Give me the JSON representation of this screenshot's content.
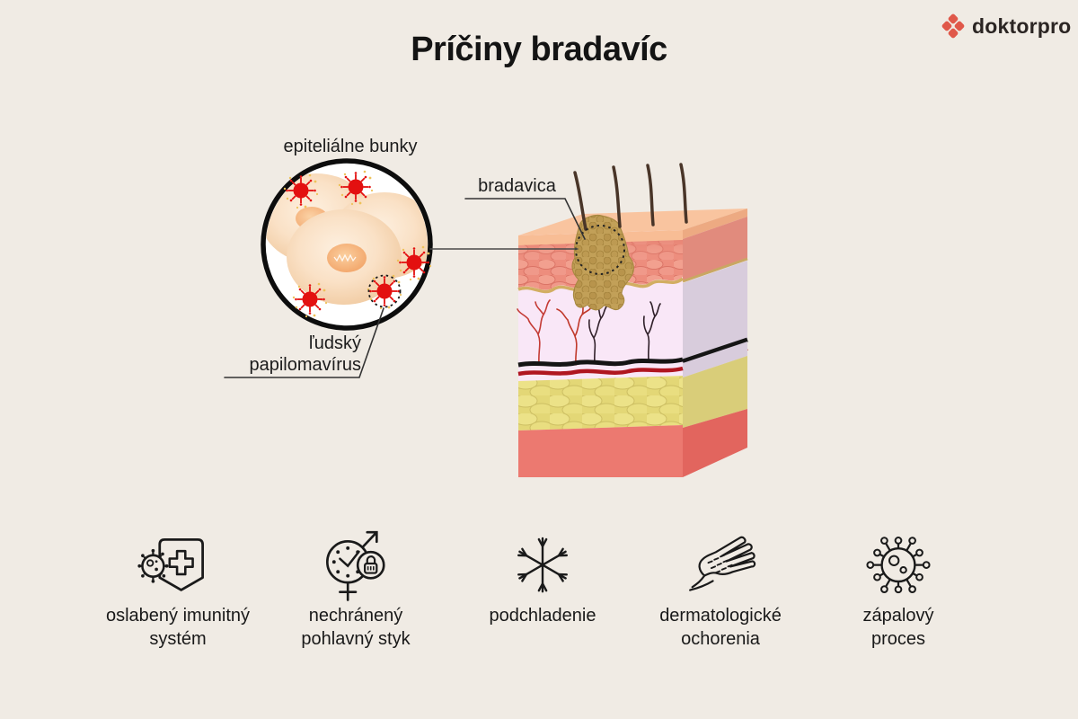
{
  "page": {
    "title": "Príčiny bradavíc",
    "background": "#f0ebe4"
  },
  "logo": {
    "name": "doktorpro",
    "accent_color": "#e0584a",
    "text_color": "#2b2523"
  },
  "diagram": {
    "cells_label": "epiteliálne bunky",
    "wart_label": "bradavica",
    "hpv_label_line1": "ľudský",
    "hpv_label_line2": "papilomavírus"
  },
  "causes": [
    {
      "icon": "shield-cross-virus-icon",
      "line1": "oslabený imunitný",
      "line2": "systém"
    },
    {
      "icon": "clock-gender-padlock-icon",
      "line1": "nechránený",
      "line2": "pohlavný styk"
    },
    {
      "icon": "snowflake-icon",
      "line1": "podchladenie",
      "line2": ""
    },
    {
      "icon": "hand-spots-icon",
      "line1": "dermatologické",
      "line2": "ochorenia"
    },
    {
      "icon": "virus-outline-icon",
      "line1": "zápalový",
      "line2": "proces"
    }
  ],
  "colors": {
    "background": "#f0ebe4",
    "ink": "#1a1a1a",
    "virus_red": "#e31010",
    "sparkle_yellow": "#eec25a",
    "skin_surface": "#f8bd95",
    "epidermis": "#ee8e7e",
    "dermis": "#f9e6f6",
    "vessel_black": "#151515",
    "vessel_red": "#b01620",
    "fat_yellow": "#e7dc80",
    "hypodermis_red": "#ec7970",
    "wart_tan": "#c3a159"
  }
}
